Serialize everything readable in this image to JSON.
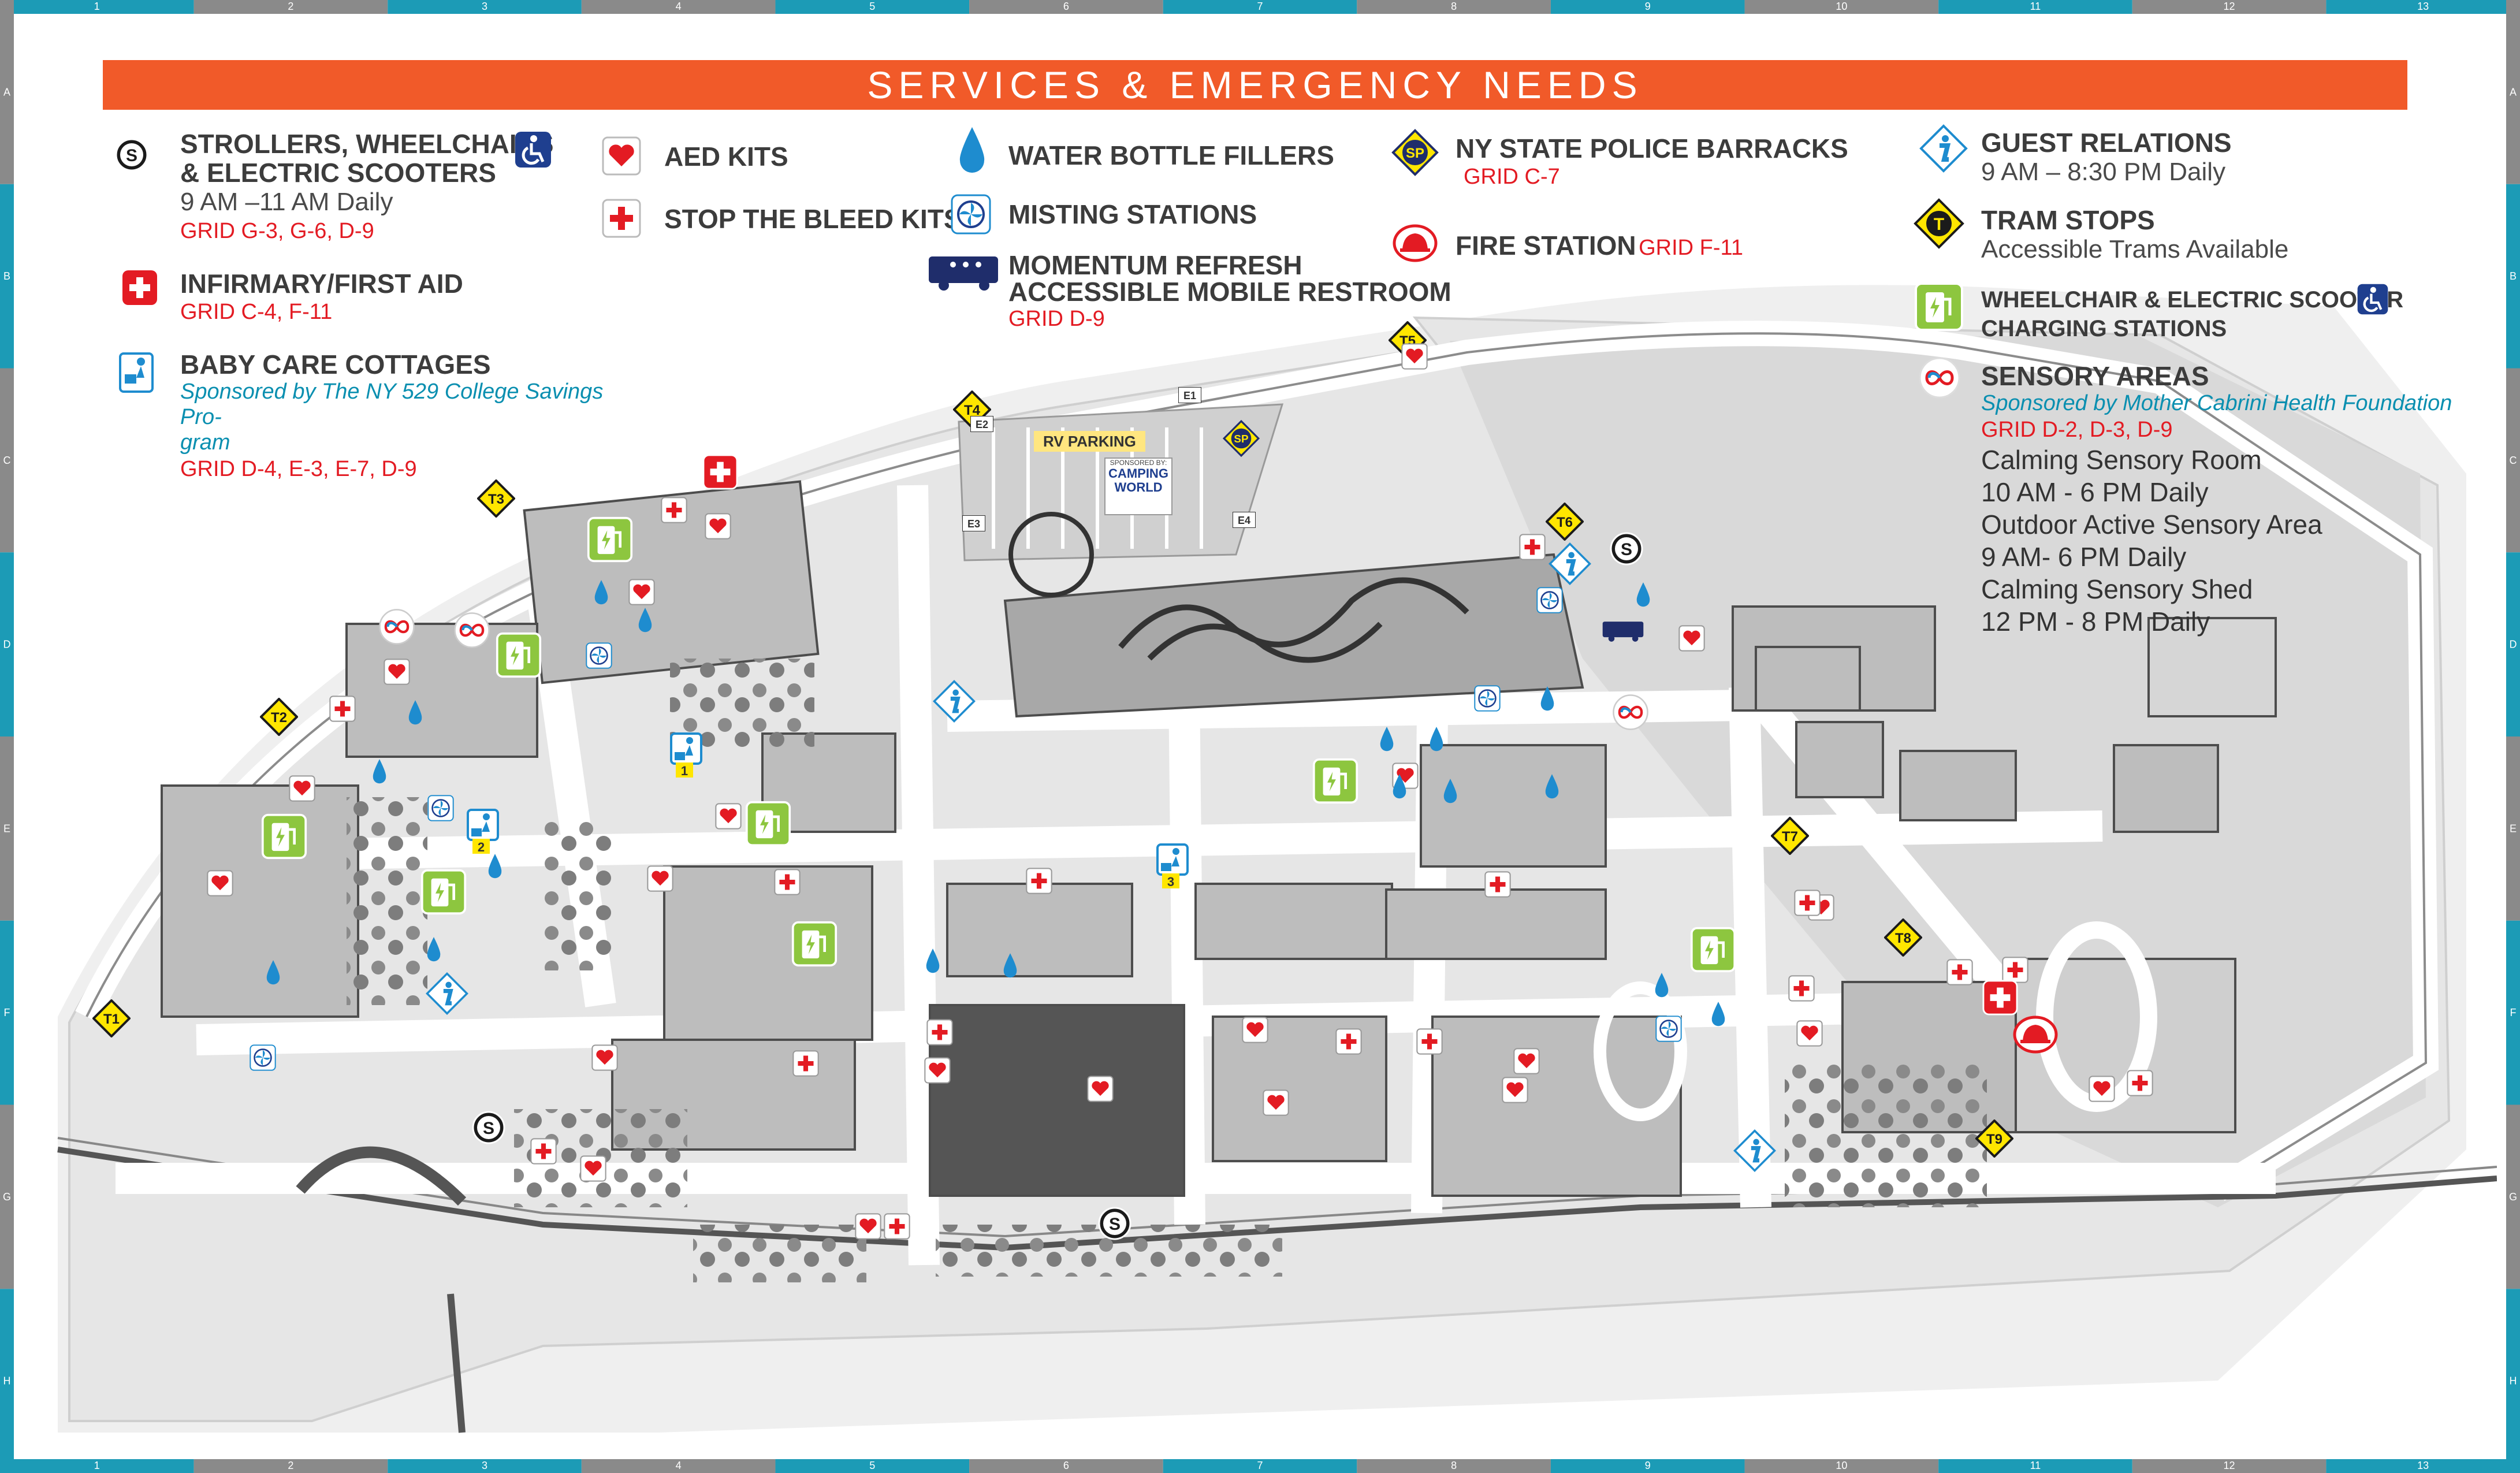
{
  "header": {
    "title": "SERVICES & EMERGENCY NEEDS"
  },
  "grid": {
    "columns": [
      "1",
      "2",
      "3",
      "4",
      "5",
      "6",
      "7",
      "8",
      "9",
      "10",
      "11",
      "12",
      "13"
    ],
    "rows": [
      "A",
      "B",
      "C",
      "D",
      "E",
      "F",
      "G",
      "H"
    ]
  },
  "legend": {
    "strollers": {
      "title_1": "STROLLERS, WHEELCHAIRS",
      "title_2": "& ELECTRIC SCOOTERS",
      "hours": "9 AM –11 AM Daily",
      "grid": "GRID G-3, G-6, D-9"
    },
    "infirmary": {
      "title": "INFIRMARY/FIRST AID",
      "grid": "GRID C-4, F-11"
    },
    "baby_care": {
      "title": "BABY CARE COTTAGES",
      "sponsor_1": "Sponsored by The NY 529 College Savings Pro-",
      "sponsor_2": "gram",
      "grid": "GRID D-4, E-3, E-7, D-9"
    },
    "aed": {
      "title": "AED KITS"
    },
    "stop_bleed": {
      "title": "STOP THE BLEED KITS"
    },
    "water": {
      "title": "WATER BOTTLE FILLERS"
    },
    "misting": {
      "title": "MISTING STATIONS"
    },
    "momentum": {
      "title_1": "MOMENTUM REFRESH",
      "title_2": "ACCESSIBLE MOBILE RESTROOM",
      "grid": "GRID D-9"
    },
    "police": {
      "title": "NY STATE POLICE BARRACKS",
      "grid": "GRID C-7"
    },
    "fire": {
      "title": "FIRE STATION",
      "grid": "GRID F-11"
    },
    "guest": {
      "title": "GUEST RELATIONS",
      "hours": "9 AM – 8:30 PM Daily"
    },
    "tram": {
      "title": "TRAM STOPS",
      "note": "Accessible Trams Available"
    },
    "charging": {
      "title_1": "WHEELCHAIR & ELECTRIC SCOOTER",
      "title_2": "CHARGING STATIONS"
    },
    "sensory": {
      "title": "SENSORY AREAS",
      "sponsor": "Sponsored by Mother Cabrini Health Foundation",
      "grid": "GRID D-2, D-3, D-9",
      "lines": [
        "Calming Sensory Room",
        "10 AM - 6 PM Daily",
        "Outdoor Active Sensory Area",
        "9 AM- 6 PM Daily",
        "Calming Sensory Shed",
        "12 PM - 8 PM Daily"
      ]
    }
  },
  "map_labels": {
    "tram": [
      "T1",
      "T2",
      "T3",
      "T4",
      "T5",
      "T6",
      "T7",
      "T8",
      "T9"
    ],
    "gates": [
      "E1",
      "E2",
      "E3",
      "E4"
    ],
    "rv": "RV PARKING",
    "sponsor_small": "SPONSORED BY:",
    "sponsor_brand_1": "CAMPING",
    "sponsor_brand_2": "WORLD",
    "baby_numbers": [
      "1",
      "2",
      "3"
    ],
    "sp": "SP",
    "s": "S",
    "t": "T"
  },
  "colors": {
    "header": "#f15a29",
    "red": "#e31b23",
    "teal": "#0a8fb0",
    "navy": "#1f2d6b",
    "yellow": "#ffe600",
    "green": "#8dc63f",
    "blue": "#1e8ccf"
  }
}
